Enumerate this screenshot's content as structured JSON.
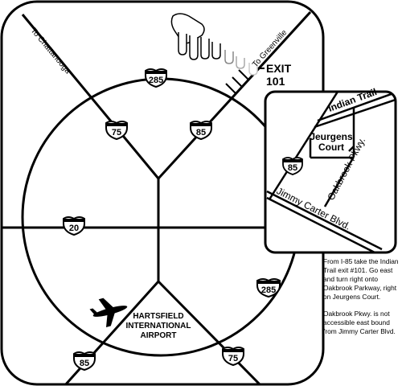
{
  "roads": {
    "chattanooga": "To Chattanooga",
    "greenville": "To Greenville"
  },
  "exit": {
    "line1": "EXIT",
    "line2": "101"
  },
  "shields": {
    "i285_top": "285",
    "i75_nw": "75",
    "i85_ne": "85",
    "i20": "20",
    "i285_se": "285",
    "i85_sw": "85",
    "i75_se": "75",
    "i85_inset": "85"
  },
  "airport": {
    "line1": "HARTSFIELD",
    "line2": "INTERNATIONAL",
    "line3": "AIRPORT"
  },
  "inset": {
    "indian_trail": "Indian Trail",
    "jeurgens_1": "Jeurgens",
    "jeurgens_2": "Court",
    "oakbrook": "Oakbrook Pkwy.",
    "jimmy_carter": "Jimmy Carter Blvd."
  },
  "directions": {
    "p1": "From I-85 take the Indian Trail exit #101. Go east and turn right onto Oakbrook Parkway, right on Jeurgens Court.",
    "p2": "Oakbrook Pkwy. is not accessible east bound from Jimmy Carter Blvd."
  },
  "icons": [
    "pointing-hand-icon",
    "airplane-icon",
    "interstate-shield-icon"
  ]
}
